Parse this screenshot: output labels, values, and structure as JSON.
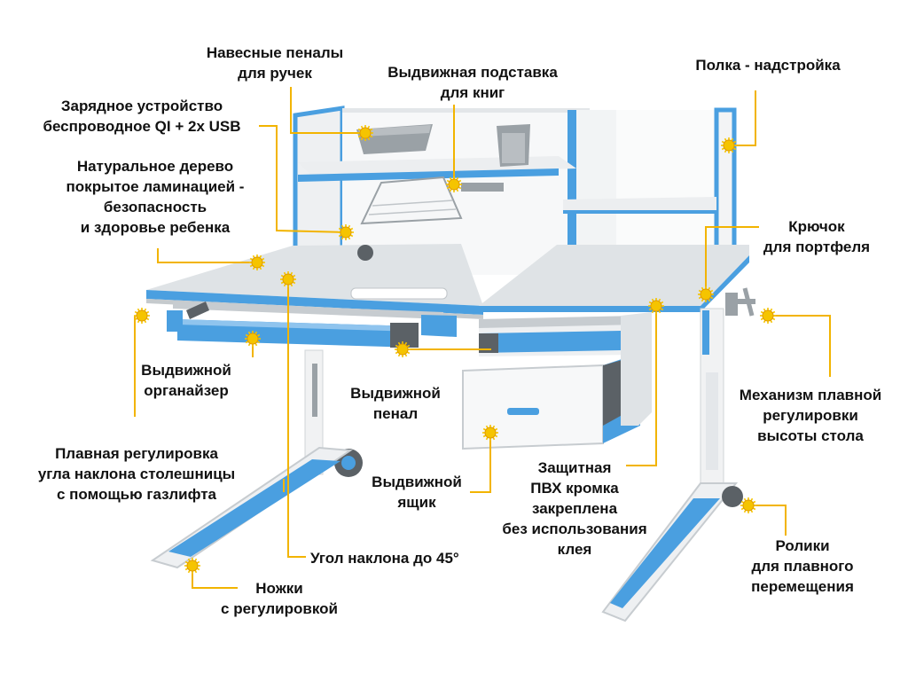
{
  "colors": {
    "accent": "#4a9fe0",
    "accent_dark": "#2f86cf",
    "leader": "#f2b400",
    "marker": "#f5c400",
    "desk_white": "#f4f5f6",
    "desk_top": "#d9dde0",
    "shadow": "#c8ccd0",
    "gray_part": "#9aa1a6"
  },
  "icons": {
    "callout_marker": "sun-marker-icon"
  },
  "labels": {
    "pencil_cases": [
      "Навесные пеналы",
      "для ручек"
    ],
    "book_stand": [
      "Выдвижная подставка",
      "для книг"
    ],
    "shelf": [
      "Полка - надстройка"
    ],
    "charger": [
      "Зарядное устройство",
      "беспроводное QI + 2x USB"
    ],
    "wood": [
      "Натуральное дерево",
      "покрытое ламинацией -",
      "безопасность",
      "и здоровье ребенка"
    ],
    "hook": [
      "Крючок",
      "для портфеля"
    ],
    "organizer": [
      "Выдвижной",
      "органайзер"
    ],
    "pencil_drawer": [
      "Выдвижной",
      "пенал"
    ],
    "height_mechanism": [
      "Механизм плавной",
      "регулировки",
      "высоты стола"
    ],
    "tilt_adjust": [
      "Плавная регулировка",
      "угла наклона столешницы",
      "с помощью газлифта"
    ],
    "drawer": [
      "Выдвижной",
      "ящик"
    ],
    "edge": [
      "Защитная",
      "ПВХ кромка",
      "закреплена",
      "без использования",
      "клея"
    ],
    "angle": [
      "Угол наклона до 45°"
    ],
    "casters": [
      "Ролики",
      "для плавного",
      "перемещения"
    ],
    "legs": [
      "Ножки",
      "с регулировкой"
    ]
  }
}
